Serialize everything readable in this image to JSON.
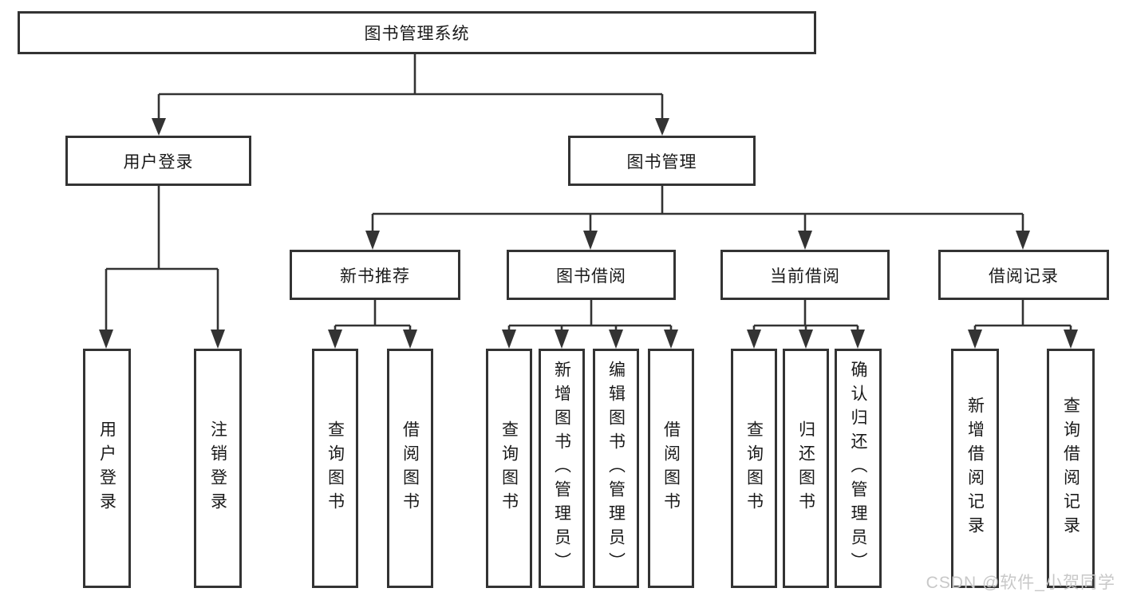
{
  "diagram_type": "hierarchy-tree",
  "colors": {
    "line": "#333333",
    "text": "#1a1a1a",
    "watermark": "#c8c8c8",
    "background": "#ffffff"
  },
  "tree": {
    "root": {
      "label": "图书管理系统",
      "children": [
        {
          "label": "用户登录",
          "children": [
            {
              "label": "用户登录"
            },
            {
              "label": "注销登录"
            }
          ]
        },
        {
          "label": "图书管理",
          "children": [
            {
              "label": "新书推荐",
              "children": [
                {
                  "label": "查询图书"
                },
                {
                  "label": "借阅图书"
                }
              ]
            },
            {
              "label": "图书借阅",
              "children": [
                {
                  "label": "查询图书"
                },
                {
                  "label": "新增图书（管理员）"
                },
                {
                  "label": "编辑图书（管理员）"
                },
                {
                  "label": "借阅图书"
                }
              ]
            },
            {
              "label": "当前借阅",
              "children": [
                {
                  "label": "查询图书"
                },
                {
                  "label": "归还图书"
                },
                {
                  "label": "确认归还（管理员）"
                }
              ]
            },
            {
              "label": "借阅记录",
              "children": [
                {
                  "label": "新增借阅记录"
                },
                {
                  "label": "查询借阅记录"
                }
              ]
            }
          ]
        }
      ]
    }
  },
  "watermark": {
    "text": "CSDN @软件_小贺同学"
  }
}
